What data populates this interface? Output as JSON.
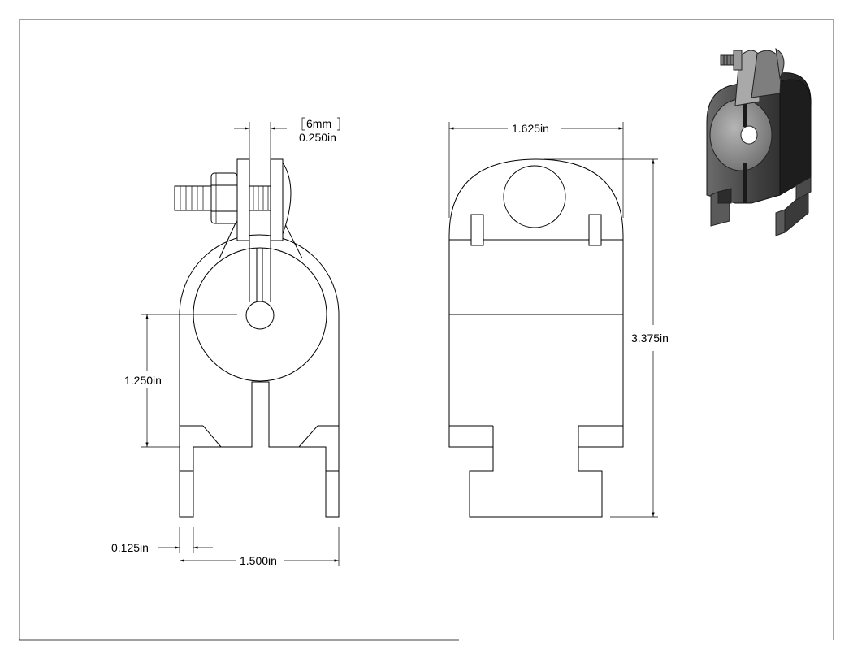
{
  "dimensions": {
    "slot_metric": "6mm",
    "slot_imperial": "0.250in",
    "side_width": "1.625in",
    "total_height": "3.375in",
    "center_height": "1.250in",
    "thickness": "0.125in",
    "front_width": "1.500in"
  },
  "colors": {
    "line": "#000000",
    "background": "#ffffff",
    "iso_dark": "#3a3a3a",
    "iso_light": "#8a8a8a"
  }
}
